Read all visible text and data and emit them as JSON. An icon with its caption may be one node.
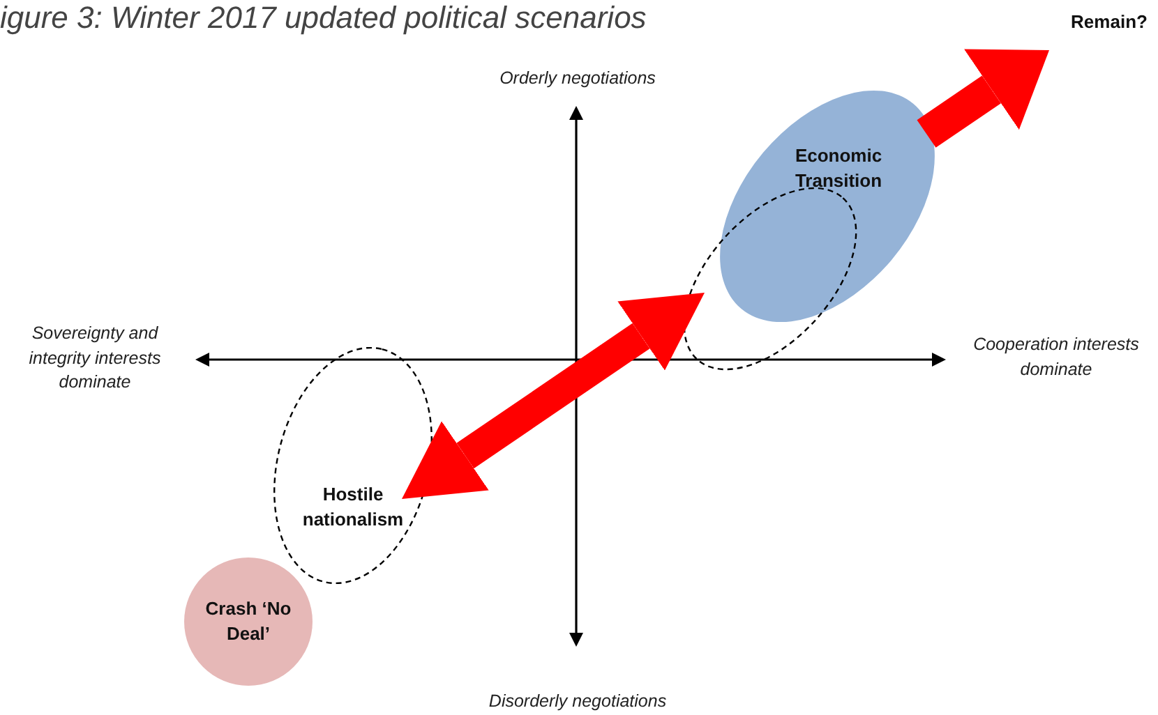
{
  "diagram": {
    "title": "igure 3: Winter 2017 updated political scenarios",
    "nodes": [
      {
        "text": [
          "Economic Transition"
        ]
      },
      {
        "text": [
          "Hostile nationalism"
        ]
      },
      {
        "text": [
          "Crash ‘No Deal’"
        ]
      },
      {
        "text": [
          "Remain?"
        ]
      },
      {
        "text": [],
        "shape": "ellipse"
      }
    ],
    "edges": [
      {
        "from": 1,
        "to": 4,
        "arrow": "both"
      },
      {
        "from": 0,
        "to": 3,
        "arrow": "to"
      }
    ],
    "labels": [
      "Orderly negotiations",
      "Sovereignty  and integrity interests dominate",
      "Cooperation interests dominate",
      "Disorderly negotiations"
    ]
  }
}
